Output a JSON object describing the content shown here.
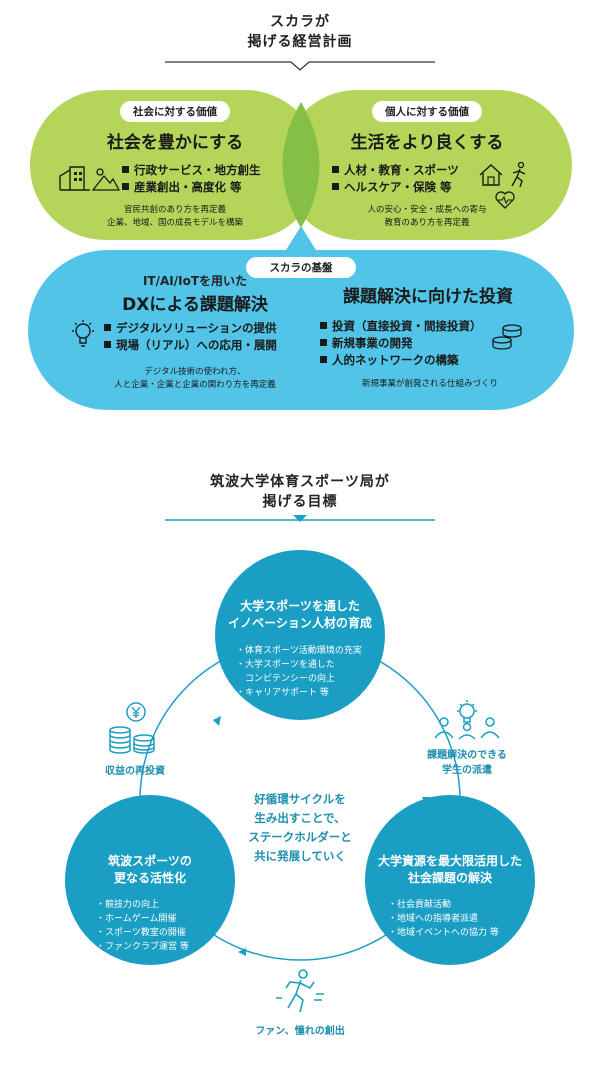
{
  "top_title": [
    "スカラが",
    "掲げる経営計画"
  ],
  "society": {
    "label": "社会に対する価値",
    "heading": "社会を豊かにする",
    "bullets": [
      "行政サービス・地方創生",
      "産業創出・高度化 等"
    ],
    "note": [
      "官民共創のあり方を再定義",
      "企業、地域、国の成長モデルを構築"
    ]
  },
  "individual": {
    "label": "個人に対する価値",
    "heading": "生活をより良くする",
    "bullets": [
      "人材・教育・スポーツ",
      "ヘルスケア・保険 等"
    ],
    "note": [
      "人の安心・安全・成長への寄与",
      "教育のあり方を再定義"
    ]
  },
  "foundation": {
    "label": "スカラの基盤",
    "dx_sub": "IT/AI/IoTを用いた",
    "dx_heading": "DXによる課題解決",
    "dx_bullets": [
      "デジタルソリューションの提供",
      "現場（リアル）への応用・展開"
    ],
    "dx_note": [
      "デジタル技術の使われ方、",
      "人と企業・企業と企業の関わり方を再定義"
    ],
    "inv_heading": "課題解決に向けた投資",
    "inv_bullets": [
      "投資（直接投資・間接投資）",
      "新規事業の開発",
      "人的ネットワークの構築"
    ],
    "inv_note": "新規事業が創発される仕組みづくり"
  },
  "bottom_title": [
    "筑波大学体育スポーツ局が",
    "掲げる目標"
  ],
  "cycle": {
    "center_text": [
      "好循環サイクルを",
      "生み出すことで、",
      "ステークホルダーと",
      "共に発展していく"
    ],
    "top": {
      "title": [
        "大学スポーツを通した",
        "イノベーション人材の育成"
      ],
      "items": [
        "・体育スポーツ活動環境の充実",
        "・大学スポーツを通した",
        "　コンピテンシーの向上",
        "・キャリアサポート 等"
      ]
    },
    "right": {
      "title": [
        "大学資源を最大限活用した",
        "社会課題の解決"
      ],
      "items": [
        "・社会貢献活動",
        "・地域への指導者派遣",
        "・地域イベントへの協力 等"
      ]
    },
    "left": {
      "title": [
        "筑波スポーツの",
        "更なる活性化"
      ],
      "items": [
        "・競技力の向上",
        "・ホームゲーム開催",
        "・スポーツ教室の開催",
        "・ファンクラブ運営 等"
      ]
    },
    "label_reinvest": "収益の再投資",
    "label_students": [
      "課題解決のできる",
      "学生の派遣"
    ],
    "label_fans": "ファン、憧れの創出"
  },
  "colors": {
    "green": "#b5d55a",
    "blue": "#52c4e8",
    "teal": "#1b9ec4",
    "overlap": "#86bf45"
  }
}
